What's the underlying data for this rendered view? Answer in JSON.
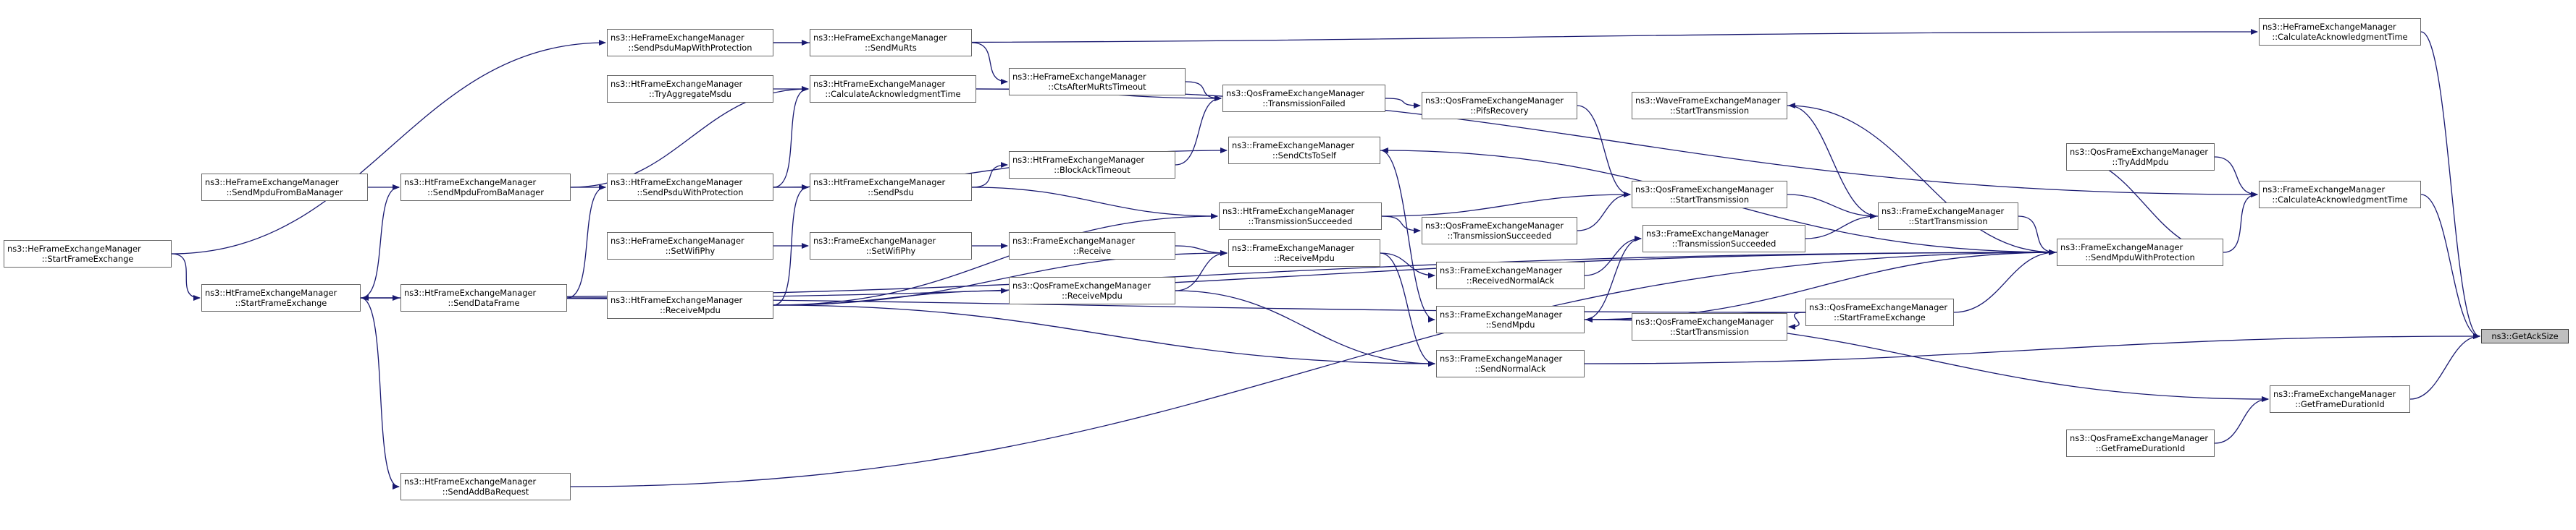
{
  "graph": {
    "focus_node": "ns3::GetAckSize",
    "nodes": [
      {
        "id": "n_getacksize",
        "lines": [
          "ns3::GetAckSize"
        ],
        "focus": true
      },
      {
        "id": "n_he_calcacktime",
        "lines": [
          "ns3::HeFrameExchangeManager",
          "::CalculateAcknowledgmentTime"
        ]
      },
      {
        "id": "n_fem_calcacktime",
        "lines": [
          "ns3::FrameExchangeManager",
          "::CalculateAcknowledgmentTime"
        ]
      },
      {
        "id": "n_fem_getframedurationid",
        "lines": [
          "ns3::FrameExchangeManager",
          "::GetFrameDurationId"
        ]
      },
      {
        "id": "n_qos_getframedurationid",
        "lines": [
          "ns3::QosFrameExchangeManager",
          "::GetFrameDurationId"
        ]
      },
      {
        "id": "n_qos_tryaddmpdu",
        "lines": [
          "ns3::QosFrameExchangeManager",
          "::TryAddMpdu"
        ]
      },
      {
        "id": "n_fem_sendmpduwithprotection",
        "lines": [
          "ns3::FrameExchangeManager",
          "::SendMpduWithProtection"
        ]
      },
      {
        "id": "n_wave_starttransmission",
        "lines": [
          "ns3::WaveFrameExchangeManager",
          "::StartTransmission"
        ]
      },
      {
        "id": "n_fem_starttransmission",
        "lines": [
          "ns3::FrameExchangeManager",
          "::StartTransmission"
        ]
      },
      {
        "id": "n_qos_starttransmission",
        "lines": [
          "ns3::QosFrameExchangeManager",
          "::StartTransmission"
        ]
      },
      {
        "id": "n_qos_startframeexchange",
        "lines": [
          "ns3::QosFrameExchangeManager",
          "::StartFrameExchange"
        ]
      },
      {
        "id": "n_qos_starttransmission2",
        "lines": [
          "ns3::QosFrameExchangeManager",
          "::StartTransmission"
        ]
      },
      {
        "id": "n_fem_transmissionsucceeded",
        "lines": [
          "ns3::FrameExchangeManager",
          "::TransmissionSucceeded"
        ]
      },
      {
        "id": "n_qos_transmissionsucceeded",
        "lines": [
          "ns3::QosFrameExchangeManager",
          "::TransmissionSucceeded"
        ]
      },
      {
        "id": "n_qos_pifsrecovery",
        "lines": [
          "ns3::QosFrameExchangeManager",
          "::PifsRecovery"
        ]
      },
      {
        "id": "n_qos_transmissionfailed",
        "lines": [
          "ns3::QosFrameExchangeManager",
          "::TransmissionFailed"
        ]
      },
      {
        "id": "n_fem_receivednormalack",
        "lines": [
          "ns3::FrameExchangeManager",
          "::ReceivedNormalAck"
        ]
      },
      {
        "id": "n_fem_sendmpdu",
        "lines": [
          "ns3::FrameExchangeManager",
          "::SendMpdu"
        ]
      },
      {
        "id": "n_fem_sendnormalack",
        "lines": [
          "ns3::FrameExchangeManager",
          "::SendNormalAck"
        ]
      },
      {
        "id": "n_fem_sendctstoself",
        "lines": [
          "ns3::FrameExchangeManager",
          "::SendCtsToSelf"
        ]
      },
      {
        "id": "n_ht_transmissionsucceeded",
        "lines": [
          "ns3::HtFrameExchangeManager",
          "::TransmissionSucceeded"
        ]
      },
      {
        "id": "n_fem_receivempdu",
        "lines": [
          "ns3::FrameExchangeManager",
          "::ReceiveMpdu"
        ]
      },
      {
        "id": "n_he_ctsaftermurtstimeout",
        "lines": [
          "ns3::HeFrameExchangeManager",
          "::CtsAfterMuRtsTimeout"
        ]
      },
      {
        "id": "n_ht_blockacktimeout",
        "lines": [
          "ns3::HtFrameExchangeManager",
          "::BlockAckTimeout"
        ]
      },
      {
        "id": "n_fem_receive",
        "lines": [
          "ns3::FrameExchangeManager",
          "::Receive"
        ]
      },
      {
        "id": "n_qos_receivempdu",
        "lines": [
          "ns3::QosFrameExchangeManager",
          "::ReceiveMpdu"
        ]
      },
      {
        "id": "n_he_sendmurts",
        "lines": [
          "ns3::HeFrameExchangeManager",
          "::SendMuRts"
        ]
      },
      {
        "id": "n_ht_calcacktime",
        "lines": [
          "ns3::HtFrameExchangeManager",
          "::CalculateAcknowledgmentTime"
        ]
      },
      {
        "id": "n_ht_sendpsdu",
        "lines": [
          "ns3::HtFrameExchangeManager",
          "::SendPsdu"
        ]
      },
      {
        "id": "n_fem_setwifiphy",
        "lines": [
          "ns3::FrameExchangeManager",
          "::SetWifiPhy"
        ]
      },
      {
        "id": "n_he_sendpsdumapwithprotection",
        "lines": [
          "ns3::HeFrameExchangeManager",
          "::SendPsduMapWithProtection"
        ]
      },
      {
        "id": "n_ht_tryaggregatemsdu",
        "lines": [
          "ns3::HtFrameExchangeManager",
          "::TryAggregateMsdu"
        ]
      },
      {
        "id": "n_ht_sendpsduwithprotection",
        "lines": [
          "ns3::HtFrameExchangeManager",
          "::SendPsduWithProtection"
        ]
      },
      {
        "id": "n_he_setwifiphy",
        "lines": [
          "ns3::HeFrameExchangeManager",
          "::SetWifiPhy"
        ]
      },
      {
        "id": "n_ht_receivempdu",
        "lines": [
          "ns3::HtFrameExchangeManager",
          "::ReceiveMpdu"
        ]
      },
      {
        "id": "n_ht_sendmpdufrombamanager",
        "lines": [
          "ns3::HtFrameExchangeManager",
          "::SendMpduFromBaManager"
        ]
      },
      {
        "id": "n_ht_senddataframe",
        "lines": [
          "ns3::HtFrameExchangeManager",
          "::SendDataFrame"
        ]
      },
      {
        "id": "n_he_sendmpdufrombamanager",
        "lines": [
          "ns3::HeFrameExchangeManager",
          "::SendMpduFromBaManager"
        ]
      },
      {
        "id": "n_ht_startframeexchange",
        "lines": [
          "ns3::HtFrameExchangeManager",
          "::StartFrameExchange"
        ]
      },
      {
        "id": "n_ht_sendaddbarequest",
        "lines": [
          "ns3::HtFrameExchangeManager",
          "::SendAddBaRequest"
        ]
      },
      {
        "id": "n_he_startframeexchange",
        "lines": [
          "ns3::HeFrameExchangeManager",
          "::StartFrameExchange"
        ]
      }
    ],
    "edges": [
      {
        "from": "n_he_calcacktime",
        "to": "n_getacksize"
      },
      {
        "from": "n_fem_calcacktime",
        "to": "n_getacksize"
      },
      {
        "from": "n_fem_getframedurationid",
        "to": "n_getacksize"
      },
      {
        "from": "n_fem_sendnormalack",
        "to": "n_getacksize"
      },
      {
        "from": "n_he_sendpsdumapwithprotection",
        "to": "n_he_calcacktime"
      },
      {
        "from": "n_qos_tryaddmpdu",
        "to": "n_fem_calcacktime"
      },
      {
        "from": "n_fem_sendmpduwithprotection",
        "to": "n_fem_calcacktime"
      },
      {
        "from": "n_ht_calcacktime",
        "to": "n_fem_calcacktime"
      },
      {
        "from": "n_qos_getframedurationid",
        "to": "n_fem_getframedurationid"
      },
      {
        "from": "n_fem_sendmpdu",
        "to": "n_fem_getframedurationid"
      },
      {
        "from": "n_fem_sendmpduwithprotection",
        "to": "n_qos_tryaddmpdu"
      },
      {
        "from": "n_fem_starttransmission",
        "to": "n_fem_sendmpduwithprotection"
      },
      {
        "from": "n_qos_startframeexchange",
        "to": "n_fem_sendmpduwithprotection"
      },
      {
        "from": "n_wave_starttransmission",
        "to": "n_fem_sendmpduwithprotection"
      },
      {
        "from": "n_ht_startframeexchange",
        "to": "n_fem_sendmpduwithprotection"
      },
      {
        "from": "n_ht_senddataframe",
        "to": "n_fem_sendmpduwithprotection"
      },
      {
        "from": "n_ht_sendaddbarequest",
        "to": "n_fem_sendmpduwithprotection"
      },
      {
        "from": "n_fem_sendmpduwithprotection",
        "to": "n_fem_sendctstoself"
      },
      {
        "from": "n_fem_sendmpduwithprotection",
        "to": "n_fem_sendmpdu"
      },
      {
        "from": "n_fem_starttransmission",
        "to": "n_wave_starttransmission"
      },
      {
        "from": "n_qos_starttransmission",
        "to": "n_fem_starttransmission"
      },
      {
        "from": "n_fem_transmissionsucceeded",
        "to": "n_fem_starttransmission"
      },
      {
        "from": "n_qos_startframeexchange",
        "to": "n_qos_starttransmission2"
      },
      {
        "from": "n_qos_startframeexchange",
        "to": "n_fem_sendmpdu"
      },
      {
        "from": "n_qos_startframeexchange",
        "to": "n_ht_startframeexchange"
      },
      {
        "from": "n_qos_pifsrecovery",
        "to": "n_qos_starttransmission"
      },
      {
        "from": "n_qos_transmissionsucceeded",
        "to": "n_qos_starttransmission"
      },
      {
        "from": "n_ht_transmissionsucceeded",
        "to": "n_qos_starttransmission"
      },
      {
        "from": "n_fem_receivednormalack",
        "to": "n_fem_transmissionsucceeded"
      },
      {
        "from": "n_fem_sendmpdu",
        "to": "n_fem_transmissionsucceeded"
      },
      {
        "from": "n_ht_transmissionsucceeded",
        "to": "n_qos_transmissionsucceeded"
      },
      {
        "from": "n_qos_transmissionfailed",
        "to": "n_qos_pifsrecovery"
      },
      {
        "from": "n_he_ctsaftermurtstimeout",
        "to": "n_qos_transmissionfailed"
      },
      {
        "from": "n_ht_blockacktimeout",
        "to": "n_qos_transmissionfailed"
      },
      {
        "from": "n_ht_calcacktime",
        "to": "n_qos_transmissionfailed"
      },
      {
        "from": "n_fem_receivempdu",
        "to": "n_fem_receivednormalack"
      },
      {
        "from": "n_fem_receivempdu",
        "to": "n_fem_sendnormalack"
      },
      {
        "from": "n_fem_sendctstoself",
        "to": "n_fem_sendmpdu"
      },
      {
        "from": "n_qos_receivempdu",
        "to": "n_fem_sendnormalack"
      },
      {
        "from": "n_ht_receivempdu",
        "to": "n_fem_sendnormalack"
      },
      {
        "from": "n_ht_sendpsdu",
        "to": "n_ht_transmissionsucceeded"
      },
      {
        "from": "n_ht_receivempdu",
        "to": "n_ht_transmissionsucceeded"
      },
      {
        "from": "n_fem_receive",
        "to": "n_fem_receivempdu"
      },
      {
        "from": "n_qos_receivempdu",
        "to": "n_fem_receivempdu"
      },
      {
        "from": "n_ht_receivempdu",
        "to": "n_fem_receivempdu"
      },
      {
        "from": "n_he_sendmurts",
        "to": "n_he_ctsaftermurtstimeout"
      },
      {
        "from": "n_ht_sendpsdu",
        "to": "n_ht_blockacktimeout"
      },
      {
        "from": "n_fem_setwifiphy",
        "to": "n_fem_receive"
      },
      {
        "from": "n_ht_receivempdu",
        "to": "n_qos_receivempdu"
      },
      {
        "from": "n_he_sendpsdumapwithprotection",
        "to": "n_he_sendmurts"
      },
      {
        "from": "n_ht_sendpsduwithprotection",
        "to": "n_ht_calcacktime"
      },
      {
        "from": "n_ht_sendpsduwithprotection",
        "to": "n_fem_sendctstoself"
      },
      {
        "from": "n_ht_tryaggregatemsdu",
        "to": "n_ht_calcacktime"
      },
      {
        "from": "n_ht_sendmpdufrombamanager",
        "to": "n_ht_calcacktime"
      },
      {
        "from": "n_ht_sendpsduwithprotection",
        "to": "n_ht_sendpsdu"
      },
      {
        "from": "n_he_setwifiphy",
        "to": "n_fem_setwifiphy"
      },
      {
        "from": "n_ht_receivempdu",
        "to": "n_ht_sendpsdu"
      },
      {
        "from": "n_he_startframeexchange",
        "to": "n_he_sendpsdumapwithprotection"
      },
      {
        "from": "n_ht_sendmpdufrombamanager",
        "to": "n_ht_sendpsduwithprotection"
      },
      {
        "from": "n_ht_senddataframe",
        "to": "n_ht_sendpsduwithprotection"
      },
      {
        "from": "n_he_sendmpdufrombamanager",
        "to": "n_ht_sendmpdufrombamanager"
      },
      {
        "from": "n_ht_startframeexchange",
        "to": "n_ht_sendmpdufrombamanager"
      },
      {
        "from": "n_ht_startframeexchange",
        "to": "n_ht_senddataframe"
      },
      {
        "from": "n_ht_startframeexchange",
        "to": "n_ht_sendaddbarequest"
      },
      {
        "from": "n_he_startframeexchange",
        "to": "n_ht_startframeexchange"
      }
    ]
  }
}
